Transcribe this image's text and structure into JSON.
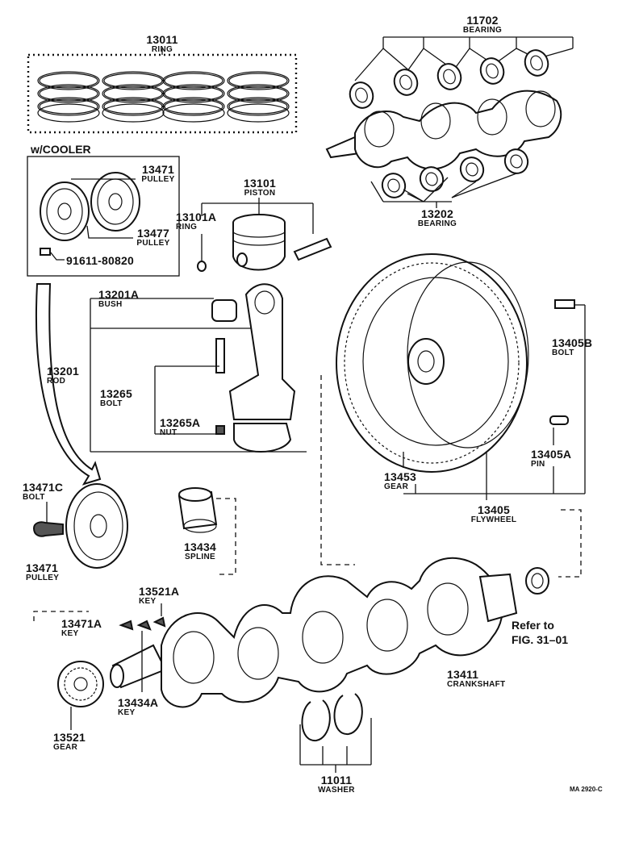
{
  "parts": {
    "ring_set": {
      "number": "13011",
      "name": "RING"
    },
    "bearing_main_upper": {
      "number": "11702",
      "name": "BEARING"
    },
    "with_cooler": {
      "text": "w/COOLER"
    },
    "pulley_a": {
      "number": "13471",
      "name": "PULLEY"
    },
    "pulley_b": {
      "number": "13477",
      "name": "PULLEY"
    },
    "bolt_cooler": {
      "number": "91611-80820"
    },
    "piston": {
      "number": "13101",
      "name": "PISTON"
    },
    "piston_ring": {
      "number": "13101A",
      "name": "RING"
    },
    "bearing_lower": {
      "number": "13202",
      "name": "BEARING"
    },
    "bush": {
      "number": "13201A",
      "name": "BUSH"
    },
    "rod": {
      "number": "13201",
      "name": "ROD"
    },
    "rod_bolt": {
      "number": "13265",
      "name": "BOLT"
    },
    "rod_nut": {
      "number": "13265A",
      "name": "NUT"
    },
    "flywheel_bolt": {
      "number": "13405B",
      "name": "BOLT"
    },
    "flywheel_pin": {
      "number": "13405A",
      "name": "PIN"
    },
    "ring_gear": {
      "number": "13453",
      "name": "GEAR"
    },
    "flywheel": {
      "number": "13405",
      "name": "FLYWHEEL"
    },
    "pulley_bolt": {
      "number": "13471C",
      "name": "BOLT"
    },
    "crank_pulley": {
      "number": "13471",
      "name": "PULLEY"
    },
    "spline": {
      "number": "13434",
      "name": "SPLINE"
    },
    "key_a": {
      "number": "13521A",
      "name": "KEY"
    },
    "key_b": {
      "number": "13471A",
      "name": "KEY"
    },
    "key_c": {
      "number": "13434A",
      "name": "KEY"
    },
    "crank_gear": {
      "number": "13521",
      "name": "GEAR"
    },
    "crankshaft": {
      "number": "13411",
      "name": "CRANKSHAFT"
    },
    "washer": {
      "number": "11011",
      "name": "WASHER"
    }
  },
  "refer": {
    "line1": "Refer to",
    "line2": "FIG. 31–01"
  },
  "drawing_code": "MA 2920-C"
}
